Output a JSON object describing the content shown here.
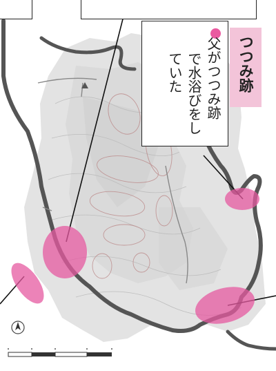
{
  "map": {
    "title": "つつみ跡",
    "note": {
      "bullet_color": "#ea5aa0",
      "lines": [
        "父がつつみ跡",
        "で水浴びをし",
        "ていた"
      ]
    },
    "highlight_color": "#ea5aa0",
    "compass_icon": "north-arrow-icon",
    "scale_bar_icon": "scale-bar-icon"
  }
}
